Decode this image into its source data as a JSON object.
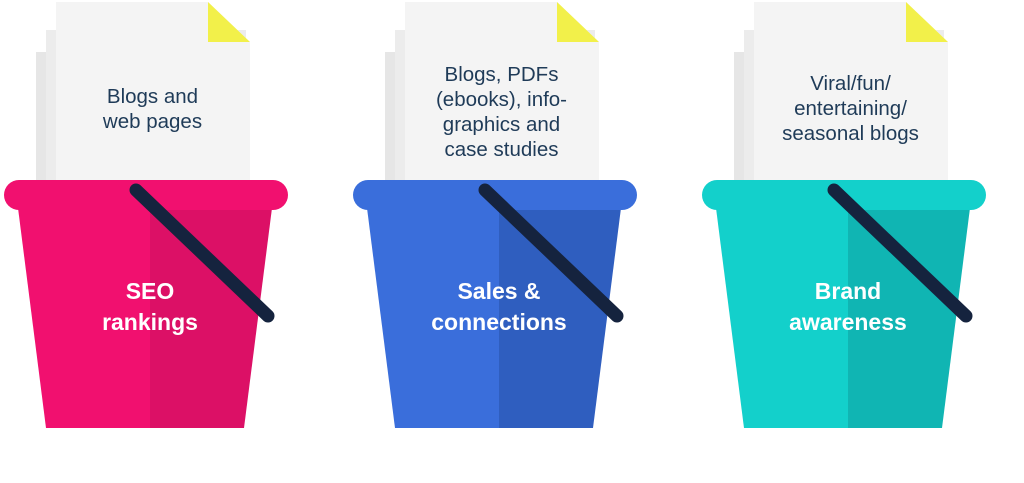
{
  "buckets": [
    {
      "doc_text": "Blogs and\nweb pages",
      "label": "SEO\nrankings",
      "colors": {
        "light": "#f1106f",
        "dark": "#dc1066",
        "rim": "#f1106f"
      }
    },
    {
      "doc_text": "Blogs, PDFs\n(ebooks), info-\ngraphics and\ncase studies",
      "label": "Sales &\nconnections",
      "colors": {
        "light": "#3a6edb",
        "dark": "#2f5ebf",
        "rim": "#3a6edb"
      }
    },
    {
      "doc_text": "Viral/fun/\nentertaining/\nseasonal blogs",
      "label": "Brand\nawareness",
      "colors": {
        "light": "#13d0cb",
        "dark": "#10b5b3",
        "rim": "#13d0cb"
      }
    }
  ],
  "colors": {
    "paper": "#f4f4f4",
    "paper_back": "#e6e6e6",
    "fold": "#f2f04a",
    "handle": "#15233e",
    "text": "#1f3b58"
  }
}
